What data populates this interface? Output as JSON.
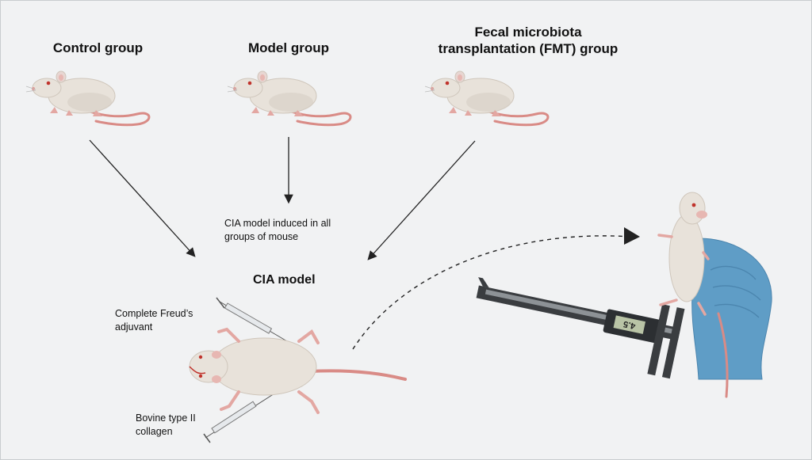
{
  "groups": {
    "control": "Control group",
    "model": "Model group",
    "fmt_line1": "Fecal microbiota",
    "fmt_line2": "transplantation (FMT) group"
  },
  "induction": {
    "line1": "CIA model induced in all",
    "line2": "groups of mouse"
  },
  "cia_model": "CIA model",
  "reagents": {
    "adjuvant_line1": "Complete Freud’s",
    "adjuvant_line2": "adjuvant",
    "collagen_line1": "Bovine type II",
    "collagen_line2": "collagen"
  },
  "caliper_display": "4.5",
  "colors": {
    "mouse_body": "#e8e2da",
    "mouse_shade": "#d6cec4",
    "tail": "#d98b86",
    "eye": "#c0332c",
    "glove": "#5f9dc6",
    "caliper": "#3a3d40",
    "arrow": "#222222",
    "background": "#f1f2f3"
  },
  "icons": [
    "mouse-icon",
    "syringe-icon",
    "caliper-icon",
    "gloved-hand-icon",
    "arrow-icon"
  ]
}
